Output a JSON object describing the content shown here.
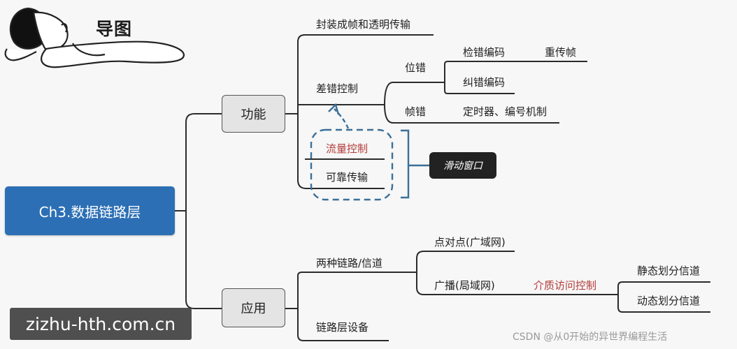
{
  "header": {
    "title": "导图"
  },
  "root": {
    "label": "Ch3.数据链路层"
  },
  "functions": {
    "label": "功能",
    "framing": "封装成帧和透明传输",
    "error_control": {
      "label": "差错控制",
      "bit_error": {
        "label": "位错",
        "detect": "检错编码",
        "retransmit": "重传帧",
        "correct": "纠错编码"
      },
      "frame_error": {
        "label": "帧错",
        "mechanism": "定时器、编号机制"
      }
    },
    "flow_control": "流量控制",
    "reliable_transfer": "可靠传输",
    "sliding_window": "滑动窗口"
  },
  "applications": {
    "label": "应用",
    "link_types": {
      "label": "两种链路/信道",
      "p2p": "点对点(广域网)",
      "broadcast": "广播(局域网)",
      "mac": "介质访问控制",
      "static": "静态划分信道",
      "dynamic": "动态划分信道"
    },
    "devices": "链路层设备"
  },
  "watermark": {
    "site": "zizhu-hth.com.cn",
    "csdn": "CSDN @从0开始的异世界编程生活"
  },
  "colors": {
    "root_fill": "#2c6fb5",
    "accent_red": "#b33b3b",
    "dashed_blue": "#3a6f9a"
  }
}
